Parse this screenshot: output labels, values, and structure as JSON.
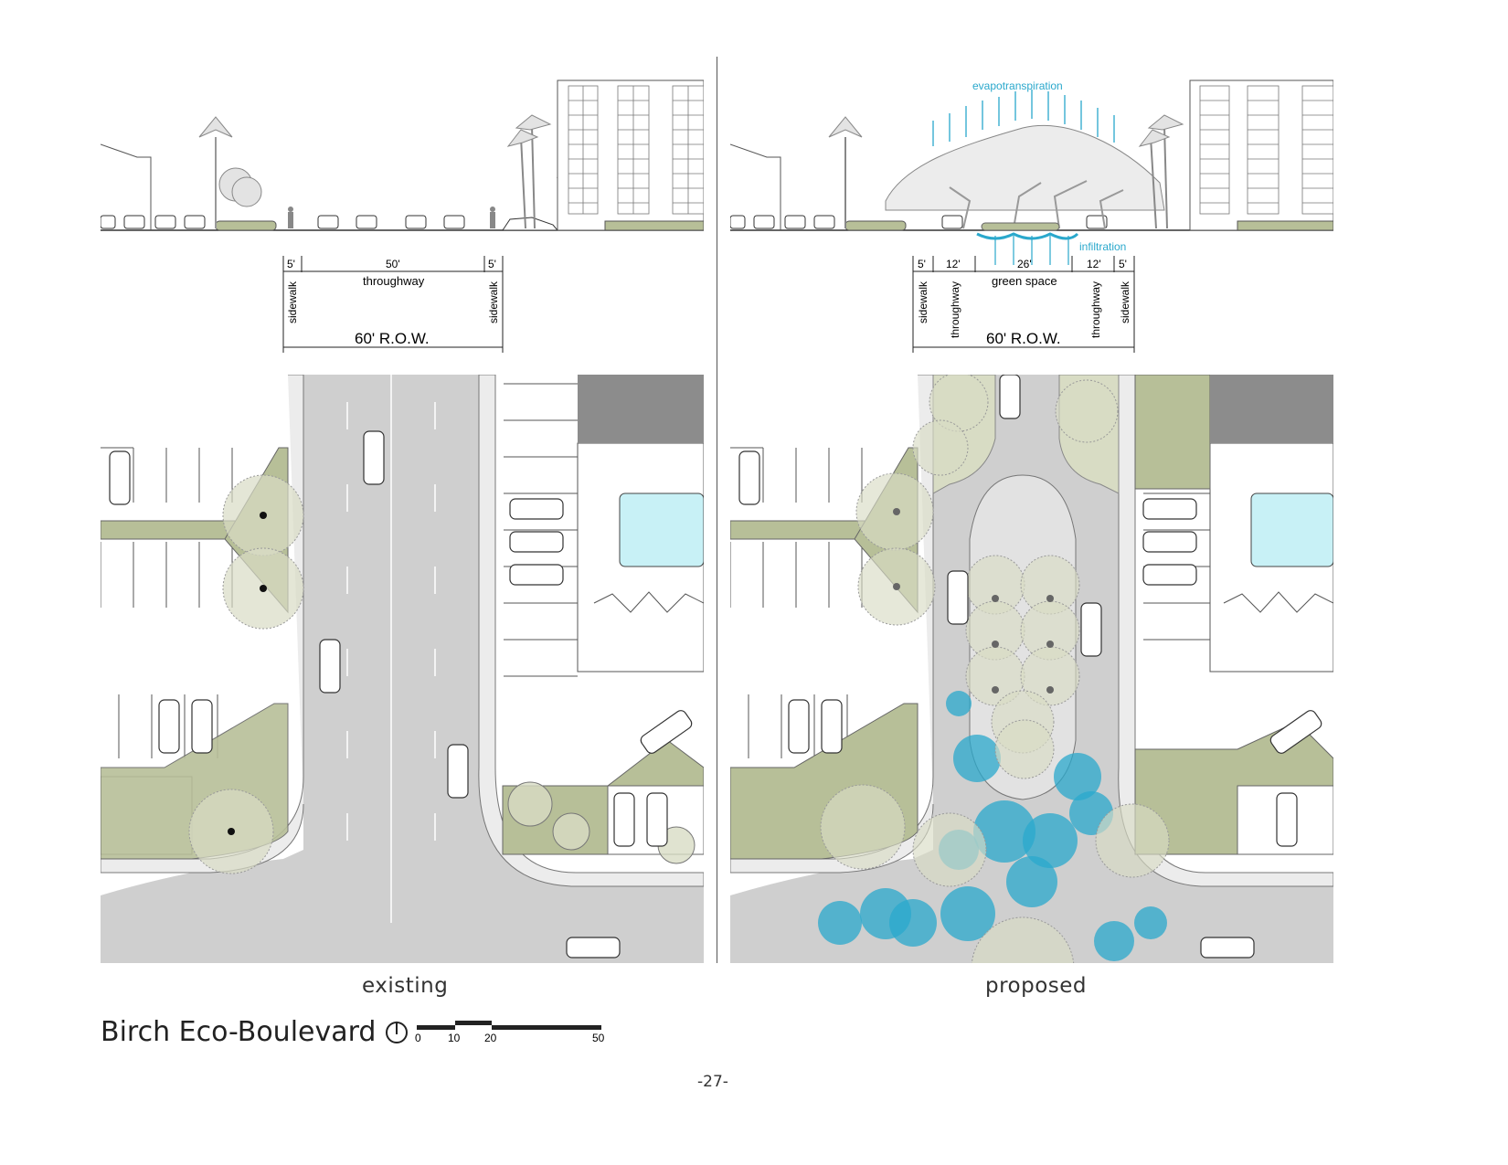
{
  "left": {
    "label": "existing",
    "dims": {
      "sw1": "5'",
      "through": "50'",
      "through_label": "throughway",
      "sw2": "5'",
      "sw_label": "sidewalk",
      "row": "60' R.O.W."
    }
  },
  "right": {
    "label": "proposed",
    "annot_evapo": "evapotranspiration",
    "annot_infil": "infiltration",
    "dims": {
      "sw1": "5'",
      "tw1": "12'",
      "green": "26'",
      "green_label": "green space",
      "tw2": "12'",
      "sw2": "5'",
      "sw_label": "sidewalk",
      "tw_label": "throughway",
      "row": "60' R.O.W."
    }
  },
  "title": "Birch Eco-Boulevard",
  "scale": {
    "ticks": [
      "0",
      "10",
      "20",
      "50"
    ]
  },
  "page_number": "-27-",
  "colors": {
    "green": "#b7bf98",
    "asphalt": "#cfcfcf",
    "water": "#2aa8cc",
    "pool": "#c8f1f6",
    "building": "#8c8c8c"
  }
}
